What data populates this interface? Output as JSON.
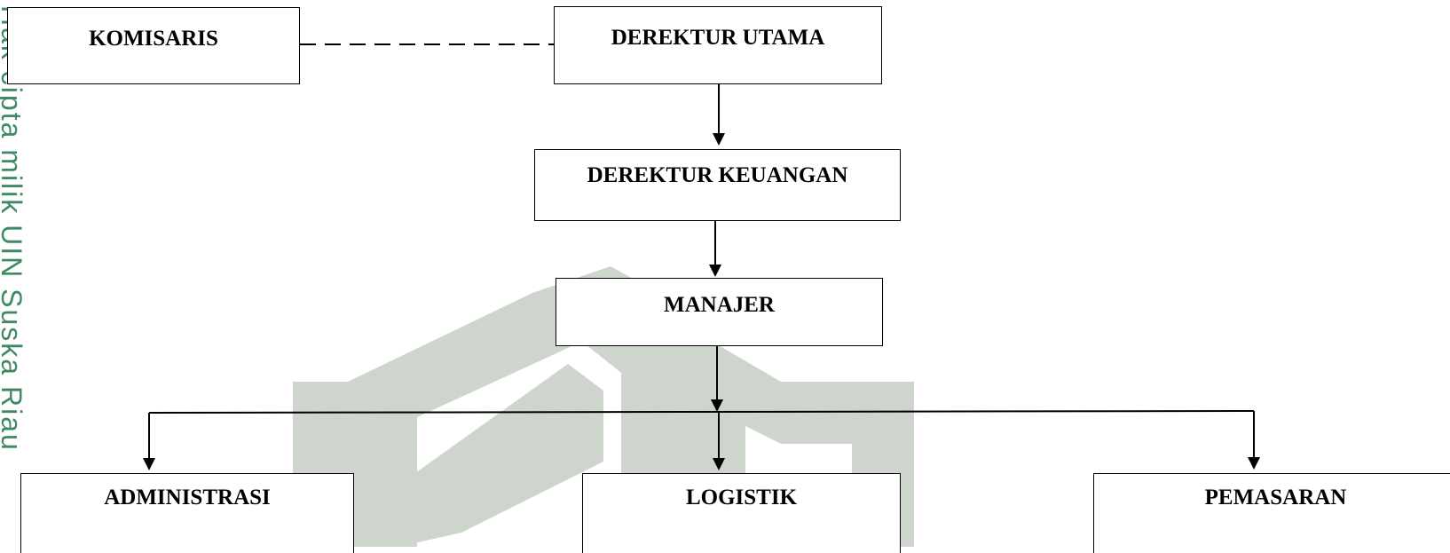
{
  "watermark": {
    "side_text": "Hak cipta milik UIN Suska Riau",
    "logo_color": "#a9b5a7"
  },
  "org_chart": {
    "komisaris": "KOMISARIS",
    "derektur_utama": "DEREKTUR UTAMA",
    "derektur_keuangan": "DEREKTUR KEUANGAN",
    "manajer": "MANAJER",
    "administrasi": "ADMINISTRASI",
    "logistik": "LOGISTIK",
    "pemasaran": "PEMASARAN"
  },
  "colors": {
    "line": "#000000",
    "box_border": "#000000",
    "side_watermark": "#3f8a63"
  }
}
